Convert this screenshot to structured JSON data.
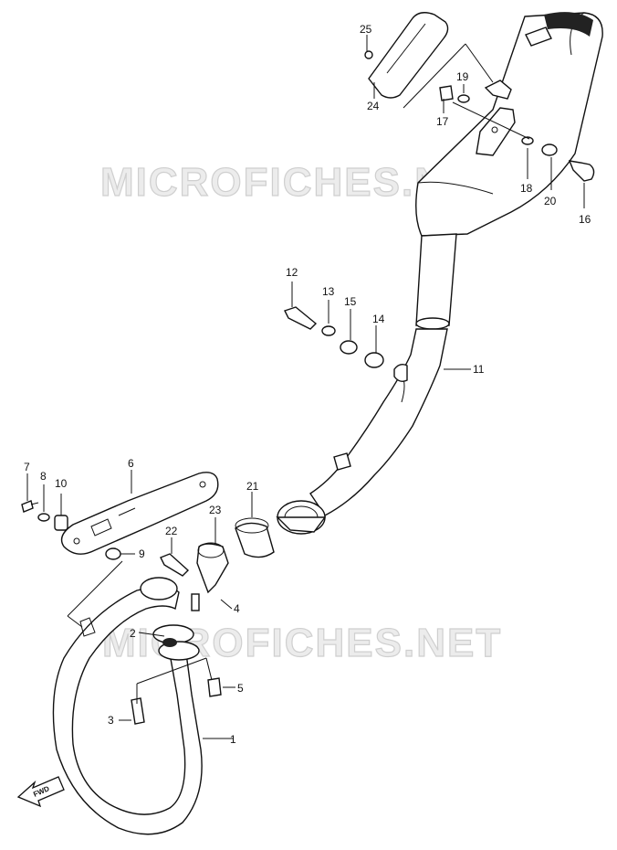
{
  "watermark": {
    "text": "MICROFICHES.NET",
    "color": "#d9d9d9"
  },
  "direction_label": "FWD",
  "callouts": {
    "c1": "1",
    "c2": "2",
    "c3": "3",
    "c4": "4",
    "c5": "5",
    "c6": "6",
    "c7": "7",
    "c8": "8",
    "c9": "9",
    "c10": "10",
    "c11": "11",
    "c12": "12",
    "c13": "13",
    "c14": "14",
    "c15": "15",
    "c16": "16",
    "c17": "17",
    "c18": "18",
    "c19": "19",
    "c20": "20",
    "c21": "21",
    "c22": "22",
    "c23": "23",
    "c24": "24",
    "c25": "25"
  }
}
